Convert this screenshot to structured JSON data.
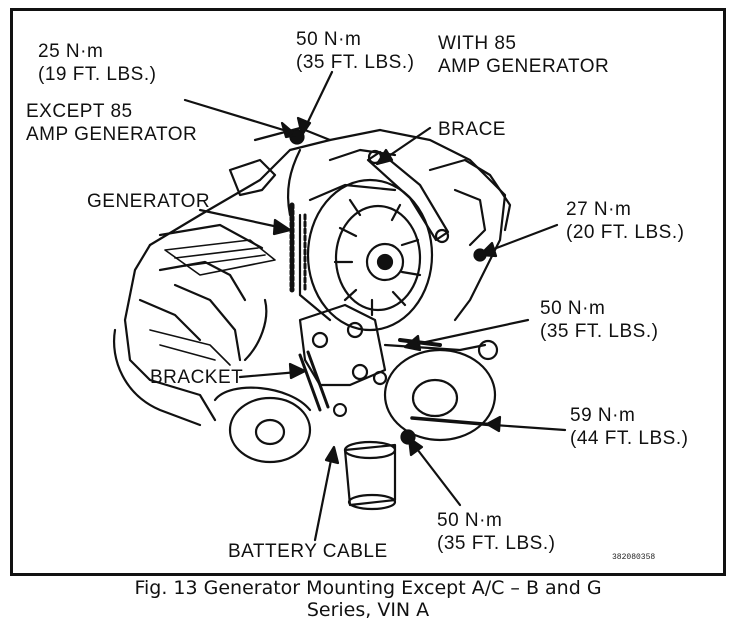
{
  "labels": {
    "torque_25": {
      "nm": "25 N·m",
      "ftlbs": "(19 FT. LBS.)"
    },
    "except_85": {
      "line1": "EXCEPT 85",
      "line2": "AMP GENERATOR"
    },
    "torque_50_top": {
      "nm": "50 N·m",
      "ftlbs": "(35 FT. LBS.)"
    },
    "with_85": {
      "line1": "WITH 85",
      "line2": "AMP GENERATOR"
    },
    "brace": "BRACE",
    "generator": "GENERATOR",
    "torque_27": {
      "nm": "27 N·m",
      "ftlbs": "(20 FT. LBS.)"
    },
    "torque_50_mid": {
      "nm": "50 N·m",
      "ftlbs": "(35 FT. LBS.)"
    },
    "bracket": "BRACKET",
    "torque_59": {
      "nm": "59 N·m",
      "ftlbs": "(44 FT. LBS.)"
    },
    "torque_50_bottom": {
      "nm": "50 N·m",
      "ftlbs": "(35 FT. LBS.)"
    },
    "battery_cable": "BATTERY CABLE"
  },
  "figure_code": "382080358",
  "caption": {
    "line1": "Fig. 13 Generator Mounting Except A/C – B and G",
    "line2": "Series, VIN A"
  }
}
